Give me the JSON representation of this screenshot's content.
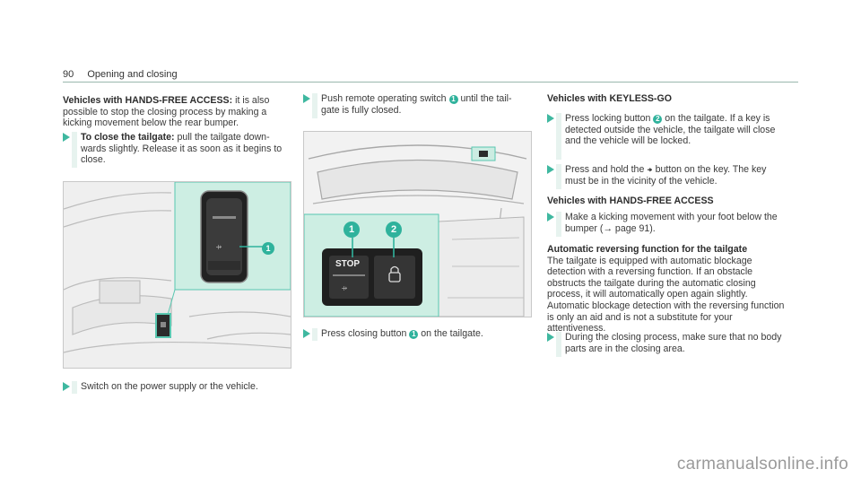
{
  "page": {
    "number": "90",
    "section": "Opening and closing"
  },
  "col1": {
    "heading": "Vehicles with HANDS-FREE ACCESS:",
    "intro": " it is also possible to stop the closing process by making a kicking movement below the rear bumper.",
    "step1_lead": "To close the tailgate:",
    "step1_text": " pull the tailgate down- wards slightly. Release it as soon as it begins to close.",
    "step2_text": "Switch on the power supply or the vehicle."
  },
  "col2": {
    "step1_a": "Push remote operating switch ",
    "step1_badge": "1",
    "step1_b": " until the tail- gate is fully closed.",
    "fig_stop_label": "STOP",
    "fig_badge1": "1",
    "fig_badge2": "2",
    "step2_a": "Press closing button ",
    "step2_badge": "1",
    "step2_b": " on the tailgate."
  },
  "col3": {
    "heading1": "Vehicles with KEYLESS-GO",
    "s1_a": "Press locking button ",
    "s1_badge": "2",
    "s1_b": " on the tailgate. If a key is detected outside the vehicle, the tailgate will close and the vehicle will be locked.",
    "s2_a": "Press and hold the ",
    "s2_key": "⍆",
    "s2_b": " button on the key. The key must be in the vicinity of the vehicle.",
    "heading2": "Vehicles with HANDS-FREE ACCESS",
    "s3": "Make a kicking movement with your foot below the bumper (→ page 91).",
    "heading3": "Automatic reversing function for the tailgate",
    "para": "The tailgate is equipped with automatic blockage detection with a reversing function. If an obstacle obstructs the tailgate during the automatic closing process, it will automatically open again slightly. Automatic blockage detection with the reversing function is only an aid and is not a substitute for your attentiveness.",
    "s4": "During the closing process, make sure that no body parts are in the closing area."
  },
  "fig1": {
    "badge": "1"
  },
  "watermark": "carmanualsonline.info",
  "colors": {
    "accent": "#3fb8a0",
    "badge": "#2fb29c",
    "panel": "#c8ece0"
  }
}
